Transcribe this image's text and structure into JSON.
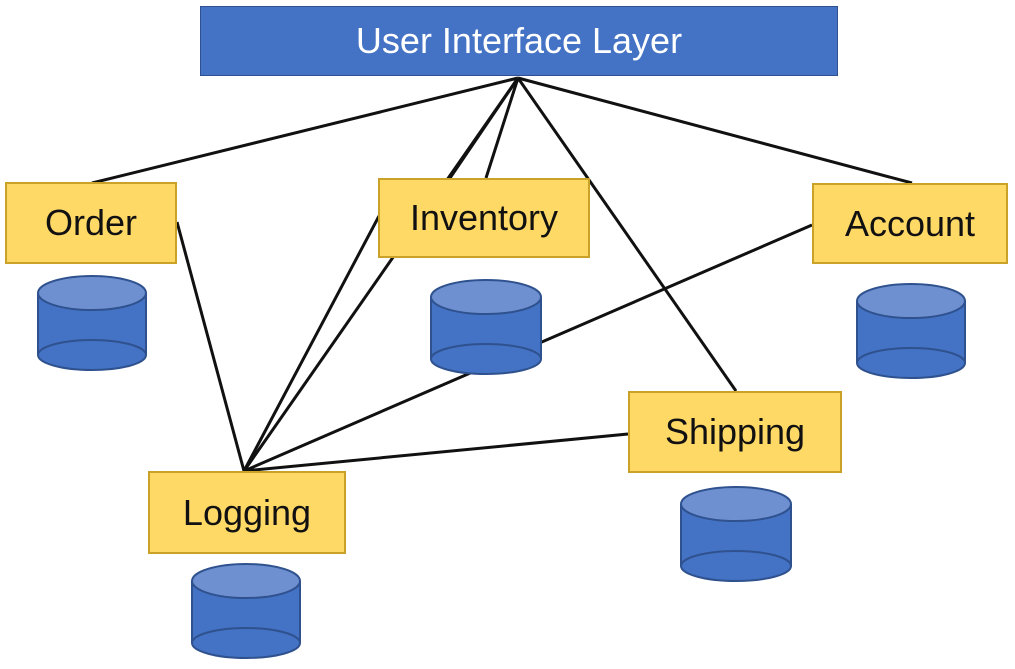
{
  "diagram": {
    "header_label": "User Interface Layer",
    "services": [
      {
        "id": "order",
        "label": "Order"
      },
      {
        "id": "inventory",
        "label": "Inventory"
      },
      {
        "id": "account",
        "label": "Account"
      },
      {
        "id": "shipping",
        "label": "Shipping"
      },
      {
        "id": "logging",
        "label": "Logging"
      }
    ],
    "connections": [
      [
        "ui",
        "order"
      ],
      [
        "ui",
        "inventory"
      ],
      [
        "ui",
        "inventory"
      ],
      [
        "ui",
        "account"
      ],
      [
        "ui",
        "shipping"
      ],
      [
        "ui",
        "logging"
      ],
      [
        "logging",
        "order"
      ],
      [
        "logging",
        "inventory"
      ],
      [
        "logging",
        "account"
      ],
      [
        "logging",
        "shipping"
      ]
    ]
  },
  "colors": {
    "layer_fill": "#4472C4",
    "service_fill": "#FFD966",
    "service_border": "#C9A227",
    "database_fill": "#4472C4",
    "database_outline": "#2f528f",
    "connector": "#111111"
  },
  "icons": {
    "database": "database-icon"
  }
}
